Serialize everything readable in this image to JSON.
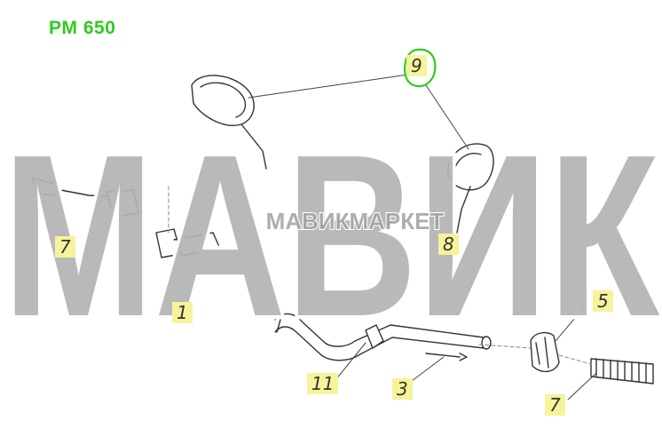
{
  "title": "PM 650",
  "watermark": "МАВИК",
  "watermark_small": "МАВИКМАРКЕТ",
  "highlight_color": "#2ecc1f",
  "label_color": "#f7f39a",
  "callouts": {
    "c9": "9",
    "c8": "8",
    "c5": "5",
    "c7": "7",
    "c11": "11",
    "c3": "3",
    "c7b": "7",
    "c1": "1"
  }
}
